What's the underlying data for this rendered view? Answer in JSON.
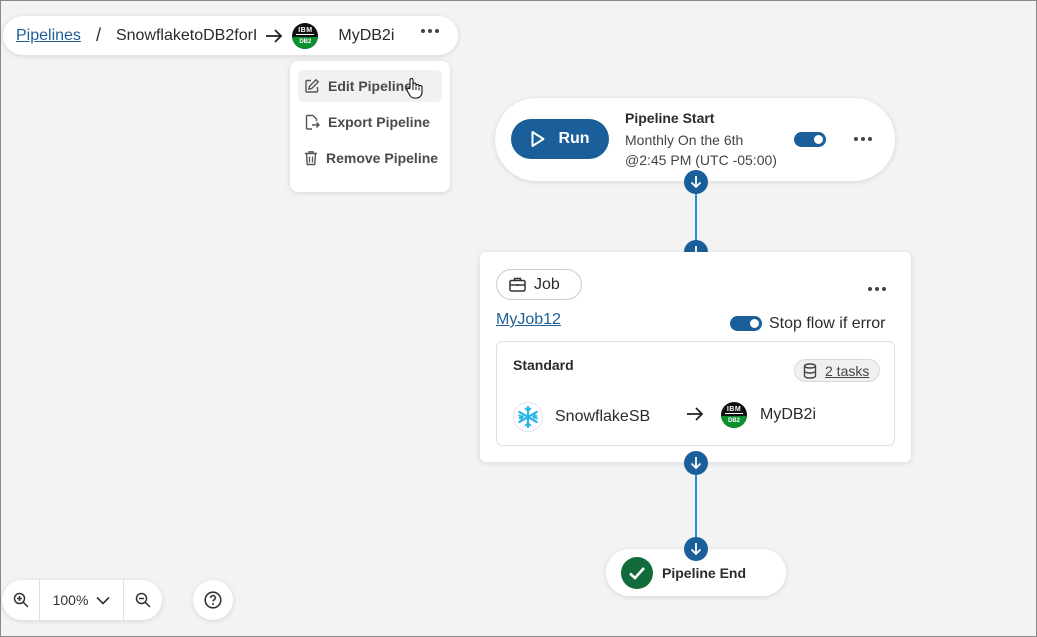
{
  "breadcrumb": {
    "root": "Pipelines",
    "separator": "/",
    "source": "SnowflaketoDB2forI",
    "target": "MyDB2i",
    "db2_logo_top": "IBM",
    "db2_logo_bottom": "DB2"
  },
  "menu": {
    "items": [
      {
        "label": "Edit Pipeline",
        "icon": "edit-icon"
      },
      {
        "label": "Export Pipeline",
        "icon": "export-icon"
      },
      {
        "label": "Remove Pipeline",
        "icon": "trash-icon"
      }
    ]
  },
  "start": {
    "run_label": "Run",
    "title": "Pipeline Start",
    "schedule_line1": "Monthly On the 6th",
    "schedule_line2": "@2:45 PM (UTC -05:00)",
    "enabled": true
  },
  "job": {
    "type_label": "Job",
    "name": "MyJob12",
    "stop_flow_label": "Stop flow if error",
    "stop_flow_enabled": true,
    "mode": "Standard",
    "tasks_label": "2 tasks",
    "source_name": "SnowflakeSB",
    "target_name": "MyDB2i"
  },
  "end": {
    "label": "Pipeline End"
  },
  "zoom": {
    "level": "100%"
  },
  "colors": {
    "primary": "#1a5f99",
    "line": "#2b8fd6",
    "success": "#116b3a",
    "link": "#1f5f97"
  }
}
